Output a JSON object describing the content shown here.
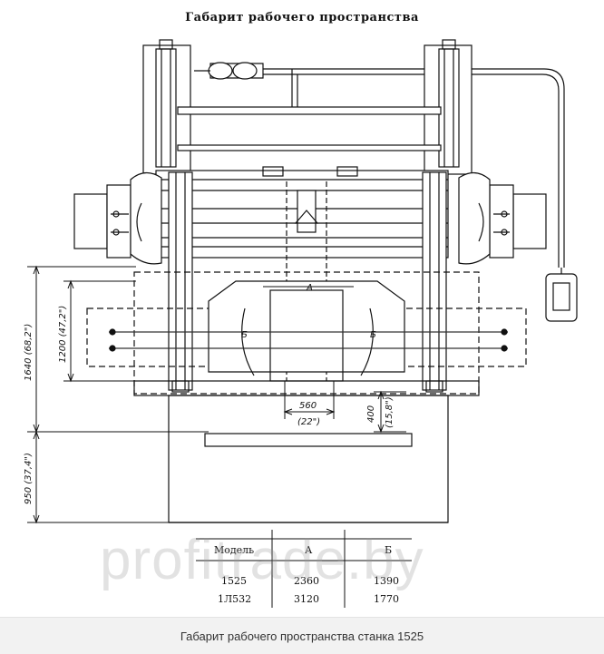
{
  "figure": {
    "title": "Габарит рабочего пространства"
  },
  "dimensions": {
    "width_main": "560",
    "width_main_in": "(22\")",
    "height_400": "400",
    "height_400_in": "(15,8\")",
    "height_1200": "1200 (47,2\")",
    "height_1640": "1640 (68,2\")",
    "height_950": "950 (37,4\")",
    "label_a": "А",
    "label_b": "Б"
  },
  "table": {
    "headers": [
      "Модель",
      "А",
      "Б"
    ],
    "rows": [
      [
        "1525",
        "2360",
        "1390"
      ],
      [
        "1Л532",
        "3120",
        "1770"
      ]
    ]
  },
  "watermark": "profitrade.by",
  "caption": "Габарит рабочего пространства станка 1525"
}
